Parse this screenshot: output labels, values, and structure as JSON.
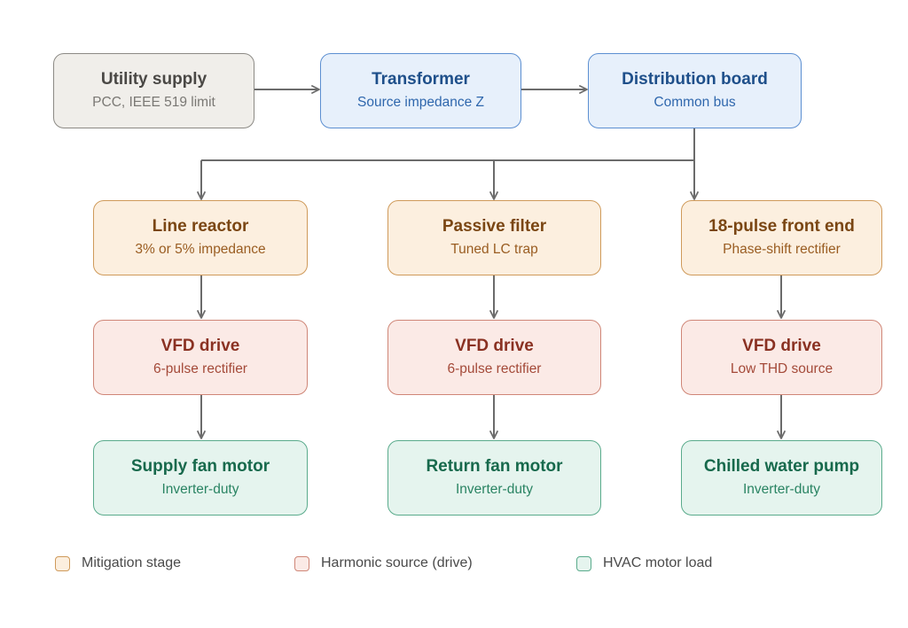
{
  "top_row": [
    {
      "title": "Utility supply",
      "subtitle": "PCC, IEEE 519 limit"
    },
    {
      "title": "Transformer",
      "subtitle": "Source impedance Z"
    },
    {
      "title": "Distribution board",
      "subtitle": "Common bus"
    }
  ],
  "branches": [
    {
      "mitigation": {
        "title": "Line reactor",
        "subtitle": "3% or 5% impedance"
      },
      "drive": {
        "title": "VFD drive",
        "subtitle": "6-pulse rectifier"
      },
      "load": {
        "title": "Supply fan motor",
        "subtitle": "Inverter-duty"
      }
    },
    {
      "mitigation": {
        "title": "Passive filter",
        "subtitle": "Tuned LC trap"
      },
      "drive": {
        "title": "VFD drive",
        "subtitle": "6-pulse rectifier"
      },
      "load": {
        "title": "Return fan motor",
        "subtitle": "Inverter-duty"
      }
    },
    {
      "mitigation": {
        "title": "18-pulse front end",
        "subtitle": "Phase-shift rectifier"
      },
      "drive": {
        "title": "VFD drive",
        "subtitle": "Low THD source"
      },
      "load": {
        "title": "Chilled water pump",
        "subtitle": "Inverter-duty"
      }
    }
  ],
  "legend": [
    {
      "label": "Mitigation stage",
      "fill": "#fcefdf",
      "stroke": "#cf9a5a"
    },
    {
      "label": "Harmonic source (drive)",
      "fill": "#fbeae6",
      "stroke": "#cf8677"
    },
    {
      "label": "HVAC motor load",
      "fill": "#e5f4ee",
      "stroke": "#5aab8c"
    }
  ],
  "colors": {
    "connector": "#6b6b6b"
  }
}
